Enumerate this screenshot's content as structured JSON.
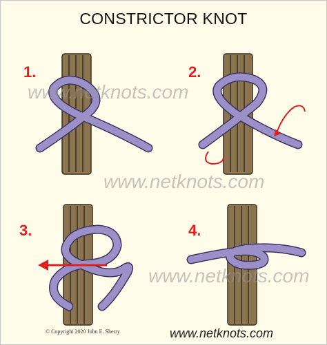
{
  "title": "CONSTRICTOR KNOT",
  "steps": [
    {
      "number": "1."
    },
    {
      "number": "2."
    },
    {
      "number": "3."
    },
    {
      "number": "4."
    }
  ],
  "watermark": "www.netknots.com",
  "footer": {
    "copyright": "© Copyright  2020  John E. Sherry",
    "site": "www.netknots.com"
  },
  "colors": {
    "background": "#fffcea",
    "pole_wood": "#8a7550",
    "rope": "#9b90c8",
    "arrow": "#e02020"
  }
}
